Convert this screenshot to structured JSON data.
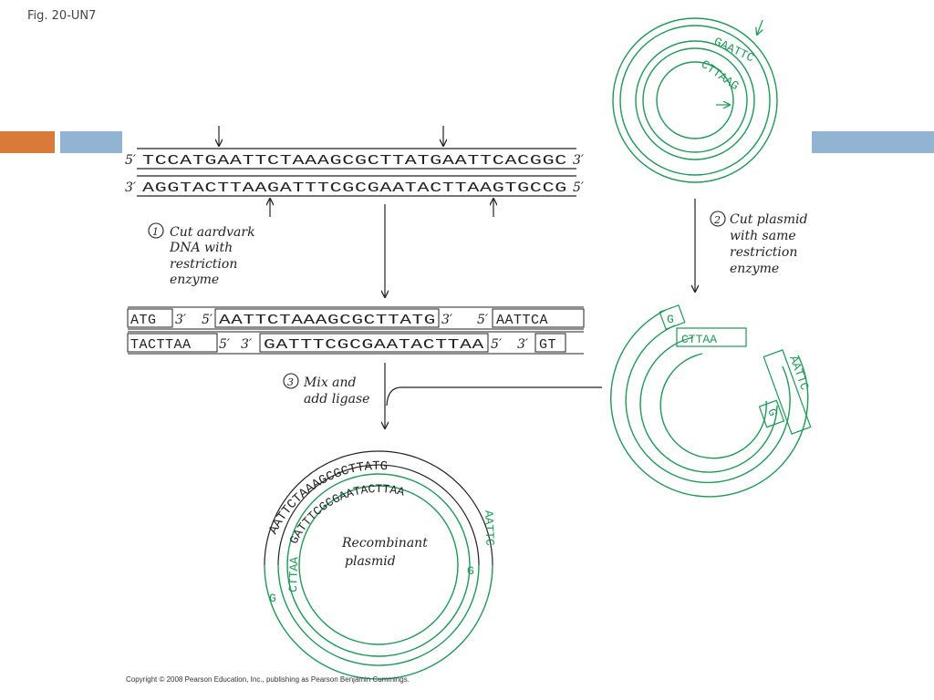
{
  "figure_label": "Fig. 20-UN7",
  "colors": {
    "accent_orange": "#d97a3a",
    "accent_blue": "#93b3d3",
    "plasmid_green": "#1e9a55",
    "ink": "#222222"
  },
  "dna": {
    "top_strand": "TCCATGAATTCTAAAGCGCTTATGAATTCACGGC",
    "bottom_strand": "AGGTACTTAAGATTTCGCGAATACTTAAGTGCCG",
    "five_prime": "5′",
    "three_prime": "3′"
  },
  "steps": {
    "step1_lines": [
      "Cut aardvark",
      "DNA with",
      "restriction",
      "enzyme"
    ],
    "step1_num": "1",
    "step2_lines": [
      "Cut plasmid",
      "with same",
      "restriction",
      "enzyme"
    ],
    "step2_num": "2",
    "step3_lines": [
      "Mix and",
      "add ligase"
    ],
    "step3_num": "3"
  },
  "fragments": {
    "left_top": "ATG",
    "left_bottom": "TACTTAA",
    "mid_top": "AATTCTAAAGCGCTTATG",
    "mid_bottom": "GATTTCGCGAATACTTAA",
    "right_top": "AATTCA",
    "right_bottom": "GT"
  },
  "plasmid": {
    "site_top": "GAATTC",
    "site_bottom": "CTTAAG",
    "cut_g": "G",
    "cut_cttaa": "CTTAA",
    "cut_aattc": "AATTC"
  },
  "recombinant": {
    "label_lines": [
      "Recombinant",
      "plasmid"
    ],
    "outer_insert": "AATTCTAAAGCGCTTATG",
    "inner_insert": "GATTTCGCGAATACTTAA",
    "left_outer": "G",
    "left_inner": "CTTAA",
    "right_outer": "AATTC",
    "right_inner": "G"
  },
  "copyright": "Copyright © 2008 Pearson Education, Inc., publishing as Pearson Benjamin Cummings."
}
